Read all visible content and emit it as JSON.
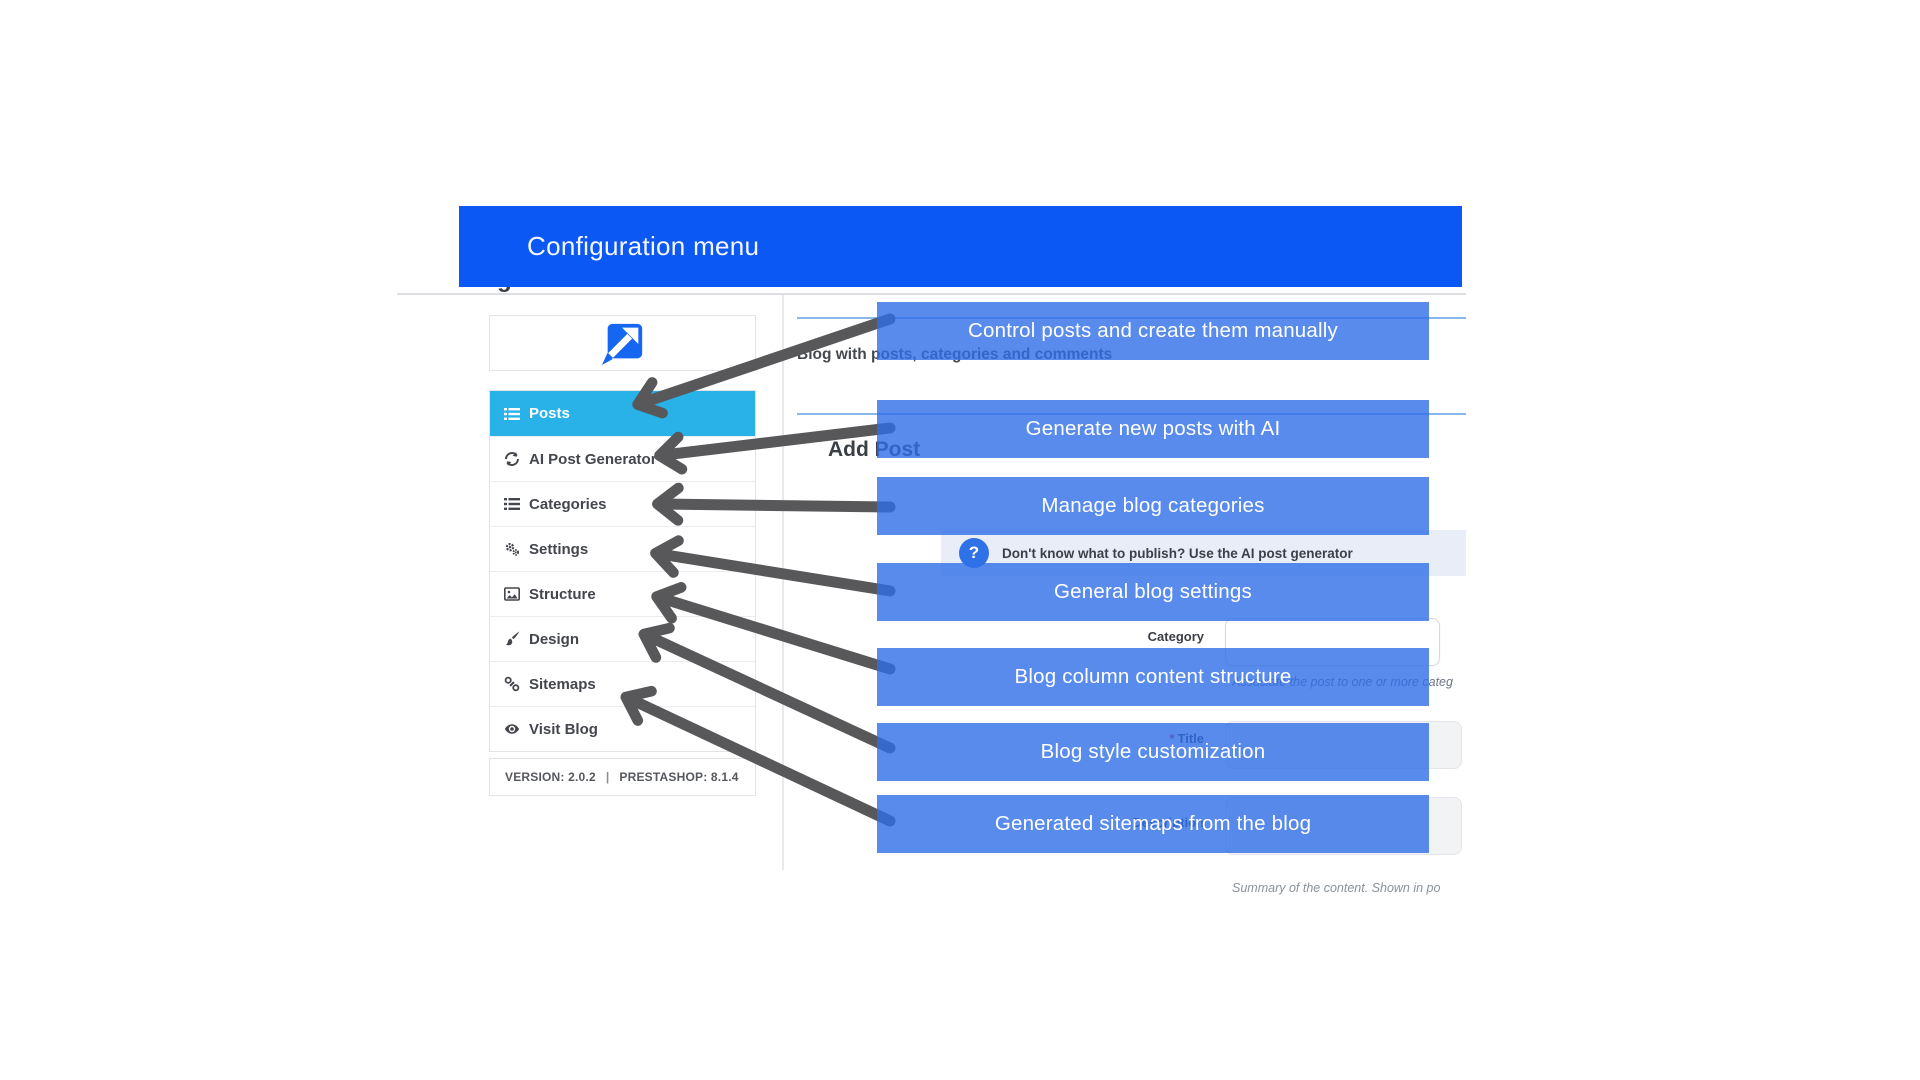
{
  "header": {
    "title": "Configuration menu"
  },
  "underlying": {
    "partial_letter": "g"
  },
  "sidebar": {
    "logo_icon": "arrow-up-right-logo",
    "items": [
      {
        "label": "Posts",
        "icon": "list-icon",
        "active": true
      },
      {
        "label": "AI Post Generator",
        "icon": "sync-icon",
        "active": false
      },
      {
        "label": "Categories",
        "icon": "list-icon",
        "active": false
      },
      {
        "label": "Settings",
        "icon": "gears-icon",
        "active": false
      },
      {
        "label": "Structure",
        "icon": "image-icon",
        "active": false
      },
      {
        "label": "Design",
        "icon": "brush-icon",
        "active": false
      },
      {
        "label": "Sitemaps",
        "icon": "link-icon",
        "active": false
      },
      {
        "label": "Visit Blog",
        "icon": "eye-icon",
        "active": false
      }
    ],
    "version_text": "VERSION: 2.0.2",
    "separator": "|",
    "prestashop_text": "PRESTASHOP: 8.1.4"
  },
  "content": {
    "module_heading": "Blog with posts, categories and comments",
    "page_title": "Add Post",
    "info_banner": {
      "icon_glyph": "?",
      "text": "Don't know what to publish? Use the AI post generator"
    },
    "form": {
      "category_label": "Category",
      "category_help": "Associate the post to one or more categ",
      "title_required_mark": "*",
      "title_label": "Title",
      "description_label": "Description",
      "description_help": "Summary of the content. Shown in po"
    }
  },
  "callouts": [
    {
      "text": "Control posts and create them manually",
      "target": "Posts"
    },
    {
      "text": "Generate new posts with AI",
      "target": "AI Post Generator"
    },
    {
      "text": "Manage blog categories",
      "target": "Categories"
    },
    {
      "text": "General blog settings",
      "target": "Settings"
    },
    {
      "text": "Blog column content structure",
      "target": "Structure"
    },
    {
      "text": "Blog style customization",
      "target": "Design"
    },
    {
      "text": "Generated sitemaps from the blog",
      "target": "Sitemaps"
    }
  ],
  "colors": {
    "header_blue": "#0b58f5",
    "callout_blue": "rgba(47,110,231,0.8)",
    "active_item_cyan": "#29b2e8",
    "arrow_gray": "#58585a",
    "panel_border_blue": "#88b8ea",
    "banner_bg": "#e9edf8",
    "icon_blue": "#2f72e8",
    "logo_blue": "#1566f0"
  }
}
